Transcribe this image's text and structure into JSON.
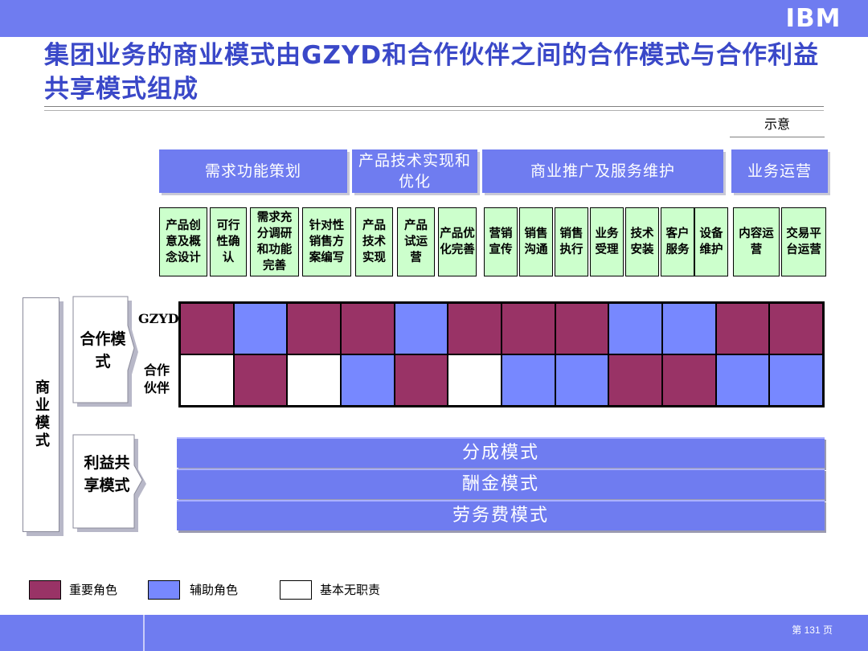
{
  "brand": "IBM",
  "title": "集团业务的商业模式由GZYD和合作伙伴之间的合作模式与合作利益共享模式组成",
  "note": "示意",
  "phases": [
    {
      "label": "需求功能策划"
    },
    {
      "label": "产品技术实现和优化"
    },
    {
      "label": "商业推广及服务维护"
    },
    {
      "label": "业务运营"
    }
  ],
  "activities": [
    {
      "label": "产品创意及概念设计"
    },
    {
      "label": "可行性确认"
    },
    {
      "label": "需求充分调研和功能完善"
    },
    {
      "label": "针对性销售方案编写"
    },
    {
      "label": "产品技术实现"
    },
    {
      "label": "产品试运营"
    },
    {
      "label": "产品优化完善"
    },
    {
      "label": "营销宣传"
    },
    {
      "label": "销售沟通"
    },
    {
      "label": "销售执行"
    },
    {
      "label": "业务受理"
    },
    {
      "label": "技术安装"
    },
    {
      "label": "客户服务"
    },
    {
      "label": "设备维护"
    },
    {
      "label": "内容运营"
    },
    {
      "label": "交易平台运营"
    }
  ],
  "left": {
    "model": "商业模式",
    "coop_mode": "合作模式",
    "share_mode": "利益共享模式"
  },
  "rows": {
    "gzyd": "GZYD",
    "partner": "合作伙伴"
  },
  "roles_matrix": {
    "gzyd": [
      "重要",
      "辅助",
      "重要",
      "重要",
      "辅助",
      "重要",
      "重要",
      "重要",
      "辅助",
      "辅助",
      "重要",
      "重要"
    ],
    "partner": [
      "无",
      "重要",
      "无",
      "辅助",
      "重要",
      "无",
      "辅助",
      "辅助",
      "重要",
      "重要",
      "辅助",
      "辅助"
    ]
  },
  "share_models": [
    "分成模式",
    "酬金模式",
    "劳务费模式"
  ],
  "legend": [
    {
      "key": "重要",
      "label": "重要角色",
      "color": "#993366"
    },
    {
      "key": "辅助",
      "label": "辅助角色",
      "color": "#7788ff"
    },
    {
      "key": "无",
      "label": "基本无职责",
      "color": "#ffffff"
    }
  ],
  "page_label": "第 131 页"
}
